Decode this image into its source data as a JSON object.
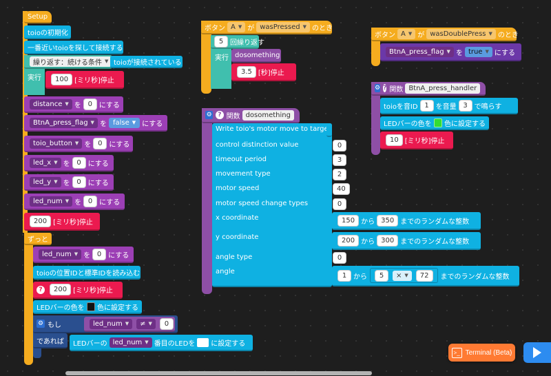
{
  "setup": {
    "hat": "Setup",
    "init": "toioの初期化",
    "connect": "一番近いtoioを探して接続する",
    "repeat_label": "繰り返す：続ける条件",
    "repeat_cond": "toioが接続されている",
    "exec": "実行",
    "wait1": {
      "value": "100",
      "label": "[ミリ秒]停止"
    },
    "vars": [
      {
        "name": "distance",
        "to": "を",
        "value": "0",
        "suffix": "にする"
      },
      {
        "name": "BtnA_press_flag",
        "to": "を",
        "value": "false",
        "suffix": "にする"
      },
      {
        "name": "toio_button",
        "to": "を",
        "value": "0",
        "suffix": "にする"
      },
      {
        "name": "led_x",
        "to": "を",
        "value": "0",
        "suffix": "にする"
      },
      {
        "name": "led_y",
        "to": "を",
        "value": "0",
        "suffix": "にする"
      },
      {
        "name": "led_num",
        "to": "を",
        "value": "0",
        "suffix": "にする"
      }
    ],
    "wait2": {
      "value": "200",
      "label": "[ミリ秒]停止"
    }
  },
  "loop": {
    "hat": "ずっと",
    "set_var": {
      "name": "led_num",
      "to": "を",
      "value": "0",
      "suffix": "にする"
    },
    "read_ids": "toioの位置IDと標準IDを読み込む",
    "wait": {
      "value": "200",
      "label": "[ミリ秒]停止"
    },
    "led_bar": {
      "prefix": "LEDバーの色を",
      "suffix": "色に設定する",
      "color": "#111111"
    },
    "if_label": "もし",
    "then_label": "であれば",
    "if_cond": {
      "var": "led_num",
      "op": "≠",
      "value": "0"
    },
    "led_set": {
      "prefix": "LEDバーの",
      "var": "led_num",
      "middle": "番目のLEDを",
      "suffix": "に設定する",
      "color": "#ffffff"
    }
  },
  "button_pressed": {
    "prefix": "ボタン",
    "button": "A",
    "ga": "が",
    "event": "wasPressed",
    "suffix": "のとき",
    "repeat_count": "5",
    "repeat_label": "回繰り返す",
    "exec": "実行",
    "call": "dosomething",
    "wait": {
      "value": "3.5",
      "label": "[秒]停止"
    }
  },
  "button_double": {
    "prefix": "ボタン",
    "button": "A",
    "ga": "が",
    "event": "wasDoublePress",
    "suffix": "のとき",
    "set_var": {
      "name": "BtnA_press_flag",
      "to": "を",
      "value": "true",
      "suffix": "にする"
    }
  },
  "func_handler": {
    "label": "関数",
    "name": "BtnA_press_handler",
    "tone": {
      "prefix": "toioを音ID",
      "id": "1",
      "middle": "を音量",
      "volume": "3",
      "suffix": "で鳴らす"
    },
    "led": {
      "prefix": "LEDバーの色を",
      "suffix": "色に設定する",
      "color": "#33dd33"
    },
    "wait": {
      "value": "10",
      "label": "[ミリ秒]停止"
    }
  },
  "func_dosomething": {
    "label": "関数",
    "name": "dosomething",
    "title": "Write toio's motor move to target",
    "params": [
      {
        "label": "control distinction value",
        "value": "0"
      },
      {
        "label": "timeout period",
        "value": "3"
      },
      {
        "label": "movement type",
        "value": "2"
      },
      {
        "label": "motor speed",
        "value": "40"
      },
      {
        "label": "motor speed change types",
        "value": "0"
      }
    ],
    "x_coord": {
      "label": "x coordinate",
      "from": "150",
      "kara": "から",
      "to": "350",
      "suffix": "までのランダムな整数"
    },
    "y_coord": {
      "label": "y coordinate",
      "from": "200",
      "kara": "から",
      "to": "300",
      "suffix": "までのランダムな整数"
    },
    "angle_type": {
      "label": "angle type",
      "value": "0"
    },
    "angle": {
      "label": "angle",
      "from": "1",
      "kara": "から",
      "a": "5",
      "op": "×",
      "b": "72",
      "suffix": "までのランダムな整数"
    }
  },
  "ui": {
    "terminal": "Terminal (Beta)",
    "terminal_icon": "terminal-icon",
    "run_icon": "play-icon"
  }
}
